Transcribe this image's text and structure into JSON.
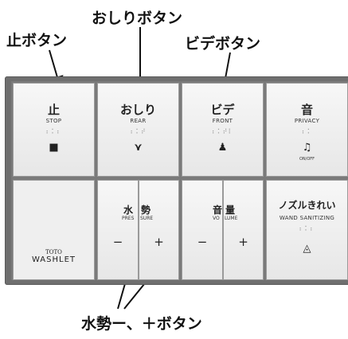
{
  "callouts": {
    "stop": "止ボタン",
    "rear": "おしりボタン",
    "front": "ビデボタン",
    "pressure": "水勢ー、＋ボタン"
  },
  "buttons": {
    "stop": {
      "jp": "止",
      "en": "STOP",
      "braille": "⠆⠅⠆",
      "symbol": "■"
    },
    "rear": {
      "jp": "おしり",
      "en": "REAR",
      "braille": "⠆⠅⠞",
      "symbol": "⋎"
    },
    "front": {
      "jp": "ビデ",
      "en": "FRONT",
      "braille": "⠆⠅⠞⠇",
      "symbol": "♟"
    },
    "privacy": {
      "jp": "音",
      "en": "PRIVACY",
      "braille": "⠆⠅",
      "symbol": "♫",
      "sub": "ON/OFF"
    },
    "pressure": {
      "jp_left": "水",
      "jp_right": "勢",
      "en_left": "PRES",
      "en_right": "SURE",
      "minus": "−",
      "plus": "+"
    },
    "volume": {
      "jp_left": "音",
      "jp_right": "量",
      "en_left": "VO",
      "en_right": "LUME",
      "minus": "−",
      "plus": "+"
    },
    "wand": {
      "jp": "ノズルきれい",
      "en": "WAND SANITIZING",
      "braille": "⠆⠅⠆",
      "symbol": "◬"
    }
  },
  "brand": {
    "toto": "TOTO",
    "washlet": "WASHLET"
  }
}
